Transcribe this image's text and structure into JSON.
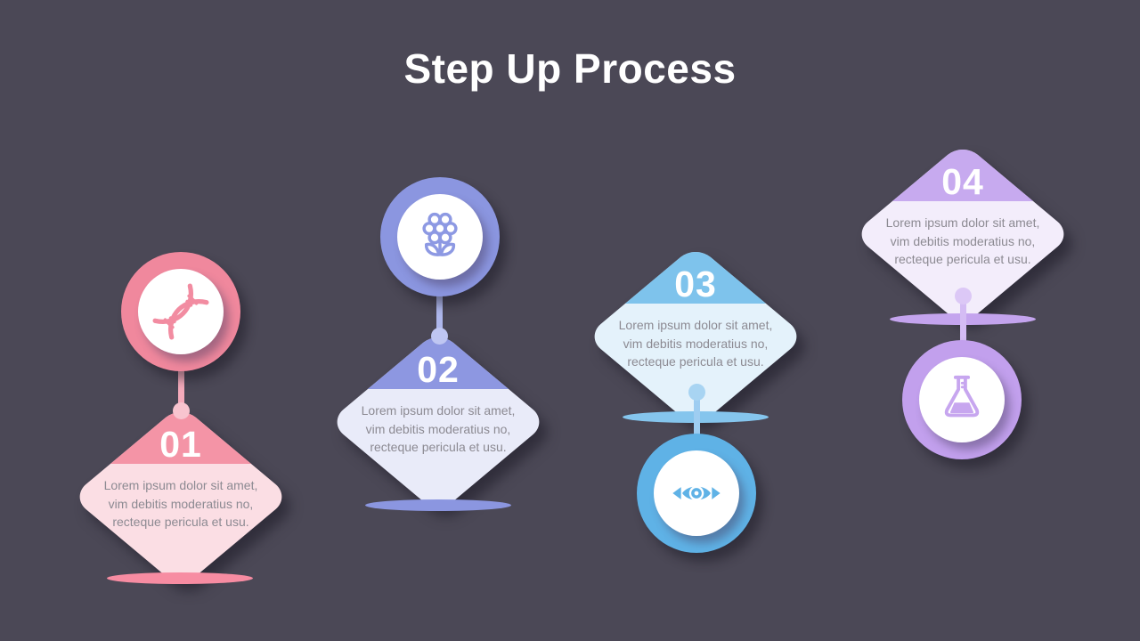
{
  "title": "Step Up Process",
  "background": "#4B4856",
  "title_color": "#FFFFFF",
  "body_text_color": "#8C8A92",
  "steps": [
    {
      "number": "01",
      "icon": "dna-icon",
      "text": "Lorem ipsum dolor sit amet, vim debitis moderatius no, recteque pericula et usu.",
      "colors": {
        "ring": "#F0889D",
        "band": "#F494A6",
        "body": "#FBDEE4",
        "stem": "#F5ABBB",
        "dot": "#F8C4CF",
        "ellipse": "#F78CA2",
        "icon": "#F28CA1",
        "num": "#FFFFFF"
      }
    },
    {
      "number": "02",
      "icon": "flower-icon",
      "text": "Lorem ipsum dolor sit amet, vim debitis moderatius no, recteque pericula et usu.",
      "colors": {
        "ring": "#8B96E0",
        "band": "#8D97E1",
        "body": "#E9EBF9",
        "stem": "#AEB7EC",
        "dot": "#BFC6F2",
        "ellipse": "#8B96E0",
        "icon": "#8D99E3",
        "num": "#FFFFFF"
      }
    },
    {
      "number": "03",
      "icon": "eye-icon",
      "text": "Lorem ipsum dolor sit amet, vim debitis moderatius no, recteque pericula et usu.",
      "colors": {
        "ring": "#5FB2E6",
        "band": "#7EC3EC",
        "body": "#E4F2FB",
        "stem": "#9ECDF1",
        "dot": "#A8D4F2",
        "ellipse": "#85C5ED",
        "icon": "#5FB2E6",
        "num": "#FFFFFF"
      }
    },
    {
      "number": "04",
      "icon": "flask-icon",
      "text": "Lorem ipsum dolor sit amet, vim debitis moderatius no, recteque pericula et usu.",
      "colors": {
        "ring": "#C2A0ED",
        "band": "#C7AAEF",
        "body": "#F3EDFB",
        "stem": "#D4BCF4",
        "dot": "#DCC8F6",
        "ellipse": "#C4A4EE",
        "icon": "#C7A6EF",
        "num": "#FFFFFF"
      }
    }
  ]
}
